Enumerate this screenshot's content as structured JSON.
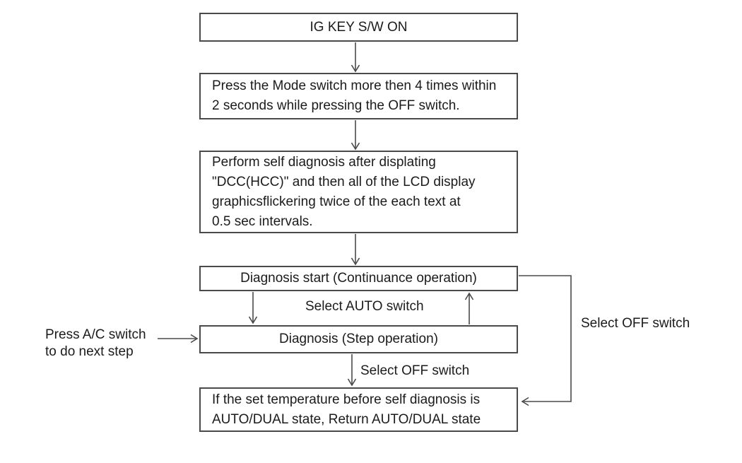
{
  "diagram": {
    "title": "A/C self diagnosis flowchart",
    "colors": {
      "line": "#4a4a4a",
      "text": "#1b1b1b",
      "background": "#ffffff"
    },
    "boxes": [
      {
        "name": "ig-key-sw-on",
        "lines": [
          "IG KEY S/W ON"
        ]
      },
      {
        "name": "press-mode-switch",
        "lines": [
          "Press the Mode switch more then 4 times within",
          "2 seconds while pressing the OFF switch."
        ]
      },
      {
        "name": "perform-self-diagnosis",
        "lines": [
          "Perform self diagnosis after displating",
          "\"DCC(HCC)\" and then all of the LCD display",
          "graphicsflickering twice of the each text at",
          "0.5 sec intervals."
        ]
      },
      {
        "name": "diagnosis-start",
        "lines": [
          "Diagnosis start (Continuance operation)"
        ]
      },
      {
        "name": "diagnosis-step",
        "lines": [
          "Diagnosis (Step operation)"
        ]
      },
      {
        "name": "return-auto-dual",
        "lines": [
          "If the set temperature before self diagnosis is",
          "AUTO/DUAL state, Return AUTO/DUAL state"
        ]
      }
    ],
    "labels": {
      "select_auto_switch": "Select AUTO switch",
      "select_off_switch_step": "Select OFF switch",
      "select_off_switch_loop": "Select OFF switch",
      "press_ac_line1": "Press A/C switch",
      "press_ac_line2": "to do next step"
    }
  }
}
